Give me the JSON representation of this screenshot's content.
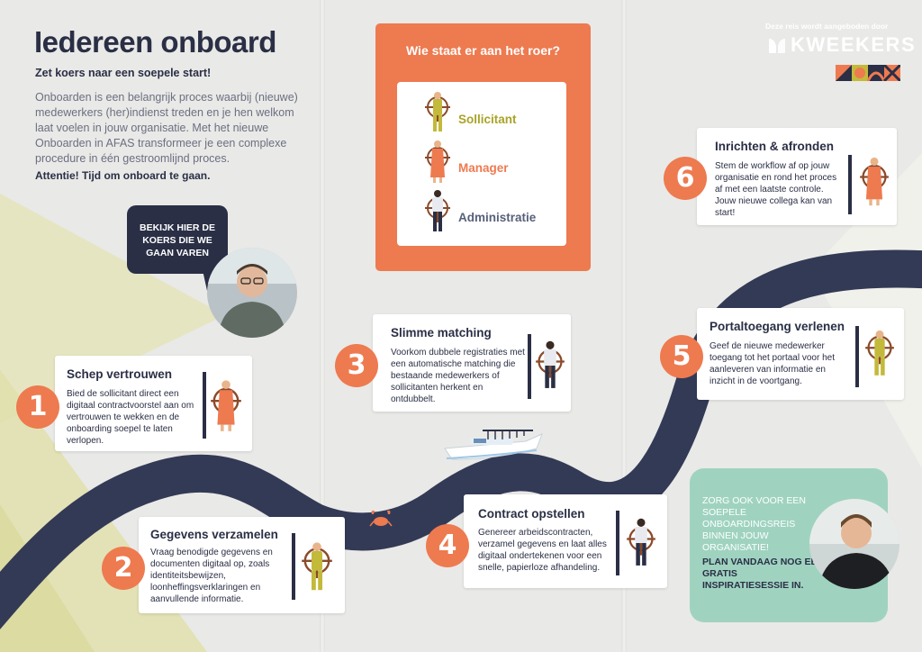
{
  "header": {
    "title": "Iedereen onboard",
    "subtitle": "Zet koers naar een soepele start!",
    "intro": "Onboarden is een belangrijk proces waarbij (nieuwe) medewerkers (her)indienst treden en je hen welkom laat voelen in jouw organisatie. Met het nieuwe Onboarden in AFAS transformeer je een complexe procedure in één gestroomlijnd proces.",
    "attention": "Attentie! Tijd om onboard te gaan."
  },
  "bubble": {
    "text": "BEKIJK HIER DE KOERS DIE WE GAAN VAREN"
  },
  "roles": {
    "title": "Wie staat er aan het roer?",
    "items": [
      {
        "label": "Sollicitant",
        "color": "#a9a326"
      },
      {
        "label": "Manager",
        "color": "#ee7a50"
      },
      {
        "label": "Administratie",
        "color": "#58607a"
      }
    ]
  },
  "sponsor": {
    "line": "Deze reis wordt aangeboden door",
    "brand": "KWEEKERS"
  },
  "steps": [
    {
      "number": "1",
      "title": "Schep vertrouwen",
      "text": "Bied de sollicitant direct een digitaal contractvoorstel aan om vertrouwen te wekken en de onboarding soepel te laten verlopen."
    },
    {
      "number": "2",
      "title": "Gegevens verzamelen",
      "text": "Vraag benodigde gegevens en documenten digitaal op, zoals identiteitsbewijzen, loonheffingsverklaringen en aanvullende informatie."
    },
    {
      "number": "3",
      "title": "Slimme matching",
      "text": "Voorkom dubbele registraties met een automatische matching die bestaande medewerkers of sollicitanten herkent en ontdubbelt."
    },
    {
      "number": "4",
      "title": "Contract opstellen",
      "text": "Genereer arbeidscontracten, verzamel gegevens en laat alles digitaal ondertekenen voor een snelle, papierloze afhandeling."
    },
    {
      "number": "5",
      "title": "Portaltoegang verlenen",
      "text": "Geef de nieuwe medewerker toegang tot het portaal voor het aanleveren van informatie en inzicht in de voortgang."
    },
    {
      "number": "6",
      "title": "Inrichten & afronden",
      "text": "Stem de workflow af op jouw organisatie en rond het proces af met een laatste controle. Jouw nieuwe collega kan van start!"
    }
  ],
  "cta": {
    "text": "ZORG OOK VOOR EEN SOEPELE ONBOARDINGSREIS BINNEN JOUW ORGANISATIE!",
    "strong": "PLAN VANDAAG NOG EEN GRATIS INSPIRATIESESSIE IN."
  },
  "colors": {
    "navy": "#2a2f45",
    "orange": "#ee7a50",
    "olive": "#a9a326",
    "mint": "#9fd3c0",
    "paper": "#e9e9e7"
  }
}
